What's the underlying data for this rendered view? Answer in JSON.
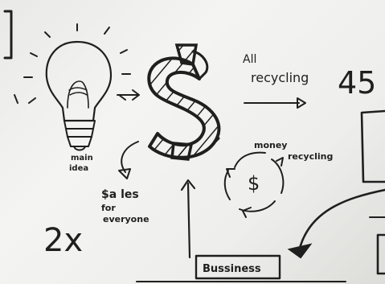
{
  "labels": {
    "main_idea_line1": "main",
    "main_idea_line2": "idea",
    "all_recycling_line1": "All",
    "all_recycling_line2": "recycling",
    "number_45": "45",
    "money_recycling_line1": "money",
    "money_recycling_line2": "recycling",
    "dollar_symbol": "$",
    "sales_line1": "$a les",
    "sales_line2": "for",
    "sales_line3": "everyone",
    "two_x": "2x",
    "business": "Bussiness"
  },
  "colors": {
    "ink": "#1f1f1f",
    "paper": "#f1f1ef"
  },
  "icons": {
    "lightbulb": "lightbulb-icon",
    "dollar": "dollar-sign-icon",
    "cycle": "cycle-arrows-icon"
  }
}
